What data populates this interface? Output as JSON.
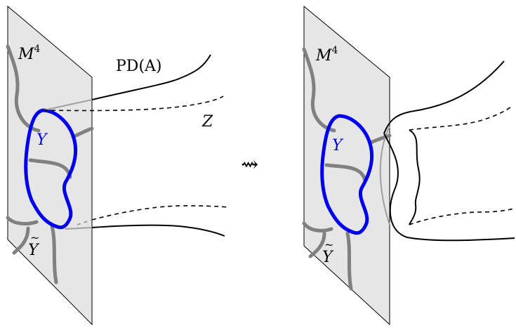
{
  "left_panel": {
    "manifold_label": "M",
    "manifold_exponent": "4",
    "surface_label": "Y",
    "tilde_label": "Y",
    "pd_label": "PD(A)",
    "z_label": "Z"
  },
  "arrow_symbol": "⇝",
  "right_panel": {
    "manifold_label": "M",
    "manifold_exponent": "4",
    "surface_label": "Y",
    "tilde_label": "Y"
  },
  "colors": {
    "plane_fill": "#e6e6e6",
    "surface_curve": "#0000ee",
    "gray_curve": "#808080",
    "black_curve": "#000000"
  }
}
